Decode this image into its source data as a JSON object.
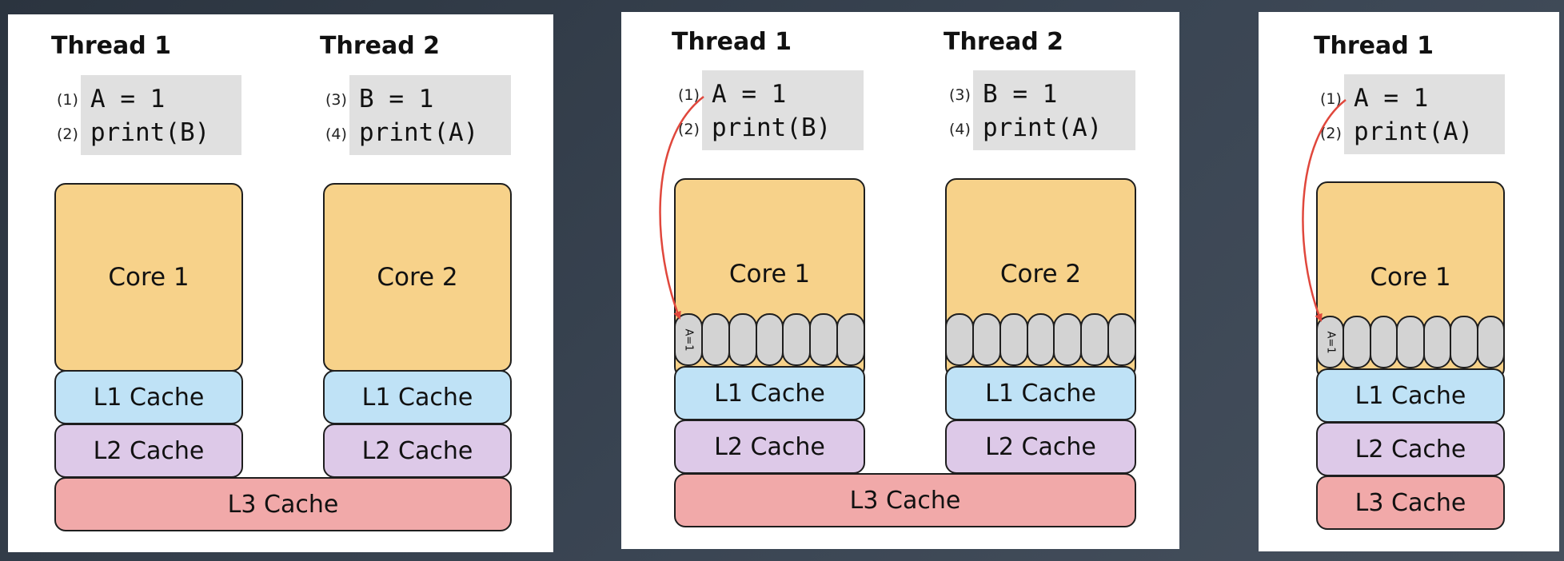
{
  "panels": [
    {
      "threads": [
        {
          "title": "Thread 1",
          "lines": [
            {
              "step": "(1)",
              "code": "A = 1"
            },
            {
              "step": "(2)",
              "code": "print(B)"
            }
          ]
        },
        {
          "title": "Thread 2",
          "lines": [
            {
              "step": "(3)",
              "code": "B = 1"
            },
            {
              "step": "(4)",
              "code": "print(A)"
            }
          ]
        }
      ],
      "cores": [
        {
          "label": "Core 1",
          "l1": "L1 Cache",
          "l2": "L2 Cache"
        },
        {
          "label": "Core 2",
          "l1": "L1 Cache",
          "l2": "L2 Cache"
        }
      ],
      "l3": "L3 Cache"
    },
    {
      "threads": [
        {
          "title": "Thread 1",
          "lines": [
            {
              "step": "(1)",
              "code": "A = 1"
            },
            {
              "step": "(2)",
              "code": "print(B)"
            }
          ]
        },
        {
          "title": "Thread 2",
          "lines": [
            {
              "step": "(3)",
              "code": "B = 1"
            },
            {
              "step": "(4)",
              "code": "print(A)"
            }
          ]
        }
      ],
      "cores": [
        {
          "label": "Core 1",
          "l1": "L1 Cache",
          "l2": "L2 Cache",
          "register_value": "A=1"
        },
        {
          "label": "Core 2",
          "l1": "L1 Cache",
          "l2": "L2 Cache"
        }
      ],
      "l3": "L3 Cache"
    },
    {
      "threads": [
        {
          "title": "Thread 1",
          "lines": [
            {
              "step": "(1)",
              "code": "A = 1"
            },
            {
              "step": "(2)",
              "code": "print(A)"
            }
          ]
        }
      ],
      "cores": [
        {
          "label": "Core 1",
          "l1": "L1 Cache",
          "l2": "L2 Cache",
          "l3": "L3 Cache",
          "register_value": "A=1"
        }
      ]
    }
  ],
  "colors": {
    "core": "#f7d28a",
    "l1_cache": "#bfe2f6",
    "l2_cache": "#ddc9e8",
    "l3_cache": "#f1a9a9",
    "register": "#d3d3d3",
    "arrow": "#e0473c"
  }
}
